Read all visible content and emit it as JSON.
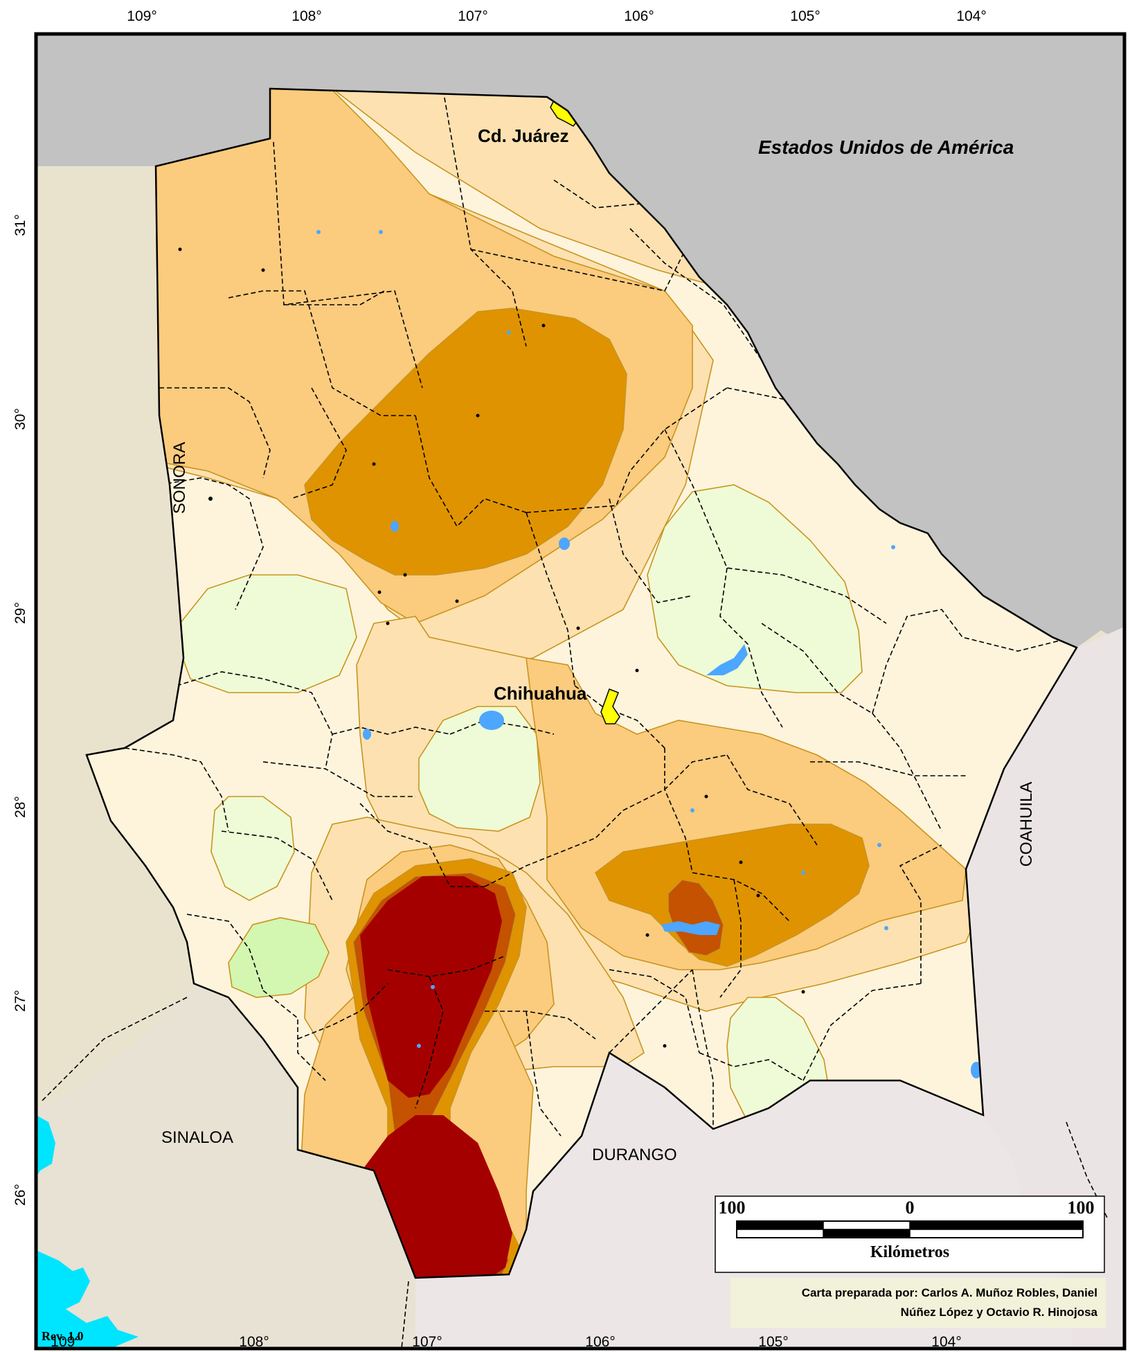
{
  "top_longitudes": [
    "109°",
    "108°",
    "107°",
    "106°",
    "105°",
    "104°"
  ],
  "bottom_longitudes": [
    "109°",
    "108°",
    "107°",
    "106°",
    "105°",
    "104°"
  ],
  "latitudes": [
    "31°",
    "30°",
    "29°",
    "28°",
    "27°",
    "26°"
  ],
  "cities": {
    "juarez": "Cd. Juárez",
    "chihuahua": "Chihuahua"
  },
  "regions": {
    "usa": "Estados Unidos de América",
    "sonora": "SONORA",
    "sinaloa": "SINALOA",
    "durango": "DURANGO",
    "coahuila": "COAHUILA"
  },
  "scale_bar": {
    "left": "100",
    "center": "0",
    "right": "100",
    "unit": "Kilómetros"
  },
  "credit": {
    "line1": "Carta preparada por: Carlos A. Muñoz Robles, Daniel",
    "line2": "Núñez López y Octavio R. Hinojosa"
  },
  "revision": "Rev. 1.0",
  "colors": {
    "usa": "#c2c2c2",
    "neighbor_states": "#e9e3ce",
    "durango": "#ece6e6",
    "coahuila": "#ebe4e4",
    "class_1": "#eefbd6",
    "class_2": "#fef4dc",
    "class_3": "#fde1b0",
    "class_4": "#fbcb7e",
    "class_5": "#e09300",
    "class_6": "#c45200",
    "class_7": "#a50000",
    "class_lightgreen": "#d3f6b0",
    "water": "#4da6ff",
    "city": "#ffff00",
    "sea": "#00e5ff"
  }
}
